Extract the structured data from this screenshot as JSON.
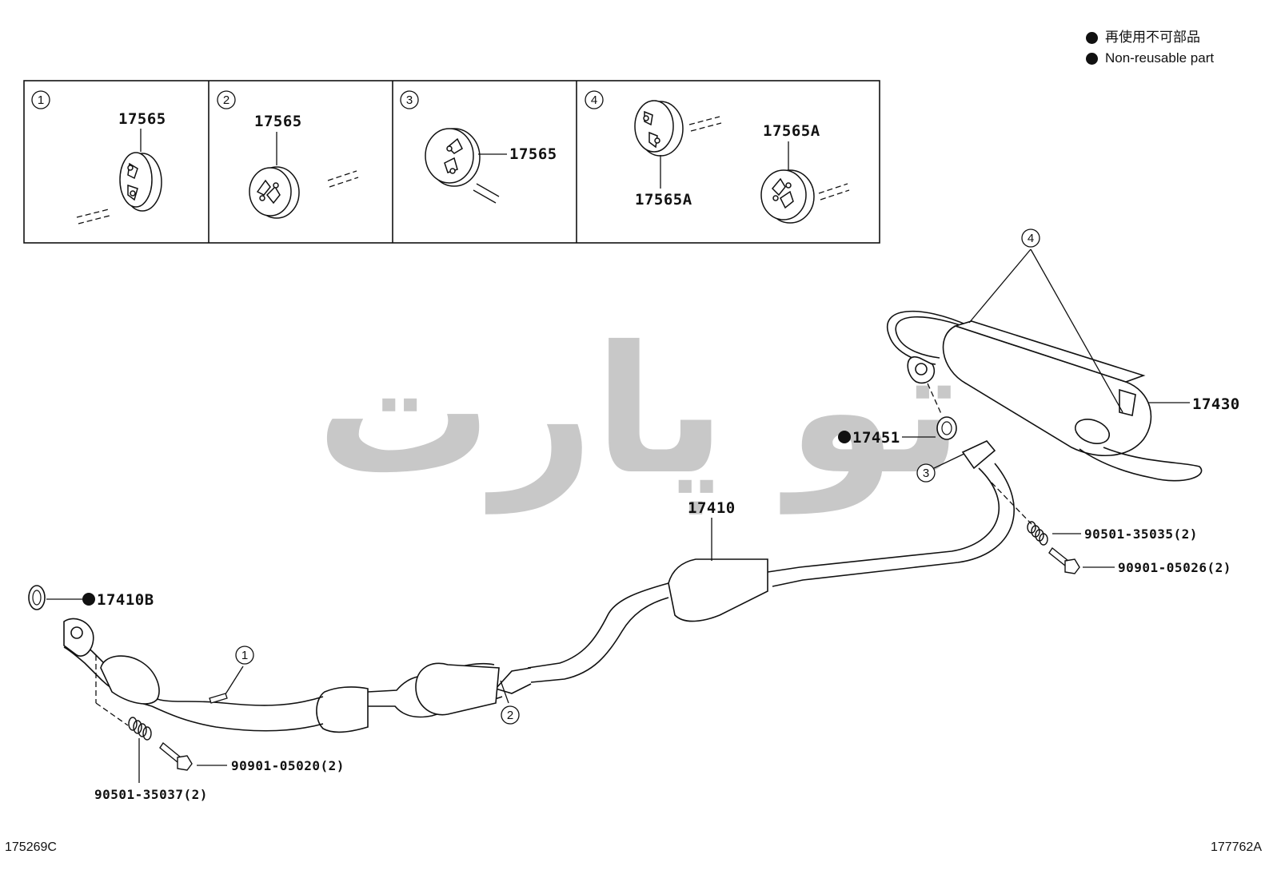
{
  "legend": {
    "line_jp": "再使用不可部品",
    "line_en": "Non-reusable part"
  },
  "corner_codes": {
    "left": "175269C",
    "right": "177762A"
  },
  "watermark": "تو پارت",
  "detail_panels": [
    {
      "num": "1",
      "labels": [
        "17565"
      ]
    },
    {
      "num": "2",
      "labels": [
        "17565"
      ]
    },
    {
      "num": "3",
      "labels": [
        "17565"
      ]
    },
    {
      "num": "4",
      "labels": [
        "17565A",
        "17565A"
      ]
    }
  ],
  "callouts": {
    "c1": "1",
    "c2": "2",
    "c3": "3",
    "c4": "4"
  },
  "part_numbers": {
    "muffler": "17430",
    "gasket_rear": "17451",
    "center_pipe": "17410",
    "gasket_front": "17410B",
    "spring_rear": "90501-35035(2)",
    "bolt_rear": "90901-05026(2)",
    "bolt_front": "90901-05020(2)",
    "spring_front": "90501-35037(2)"
  },
  "colors": {
    "line": "#111111",
    "watermark": "#bfbfbf"
  }
}
